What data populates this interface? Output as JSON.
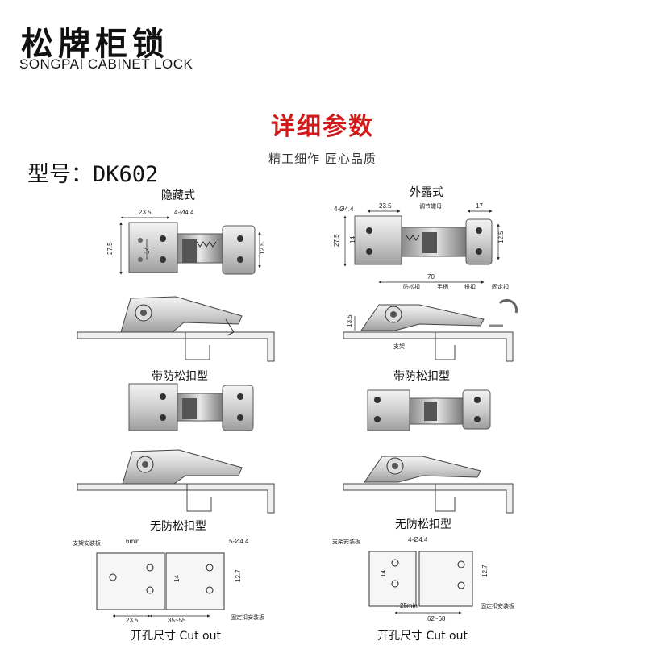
{
  "brand": {
    "name_cn": "松牌柜锁",
    "name_en": "SONGPAI CABINET LOCK"
  },
  "header": {
    "title": "详细参数",
    "subtitle": "精工细作 匠心品质",
    "model": "型号：DK602"
  },
  "panels": {
    "hidden_type": "隐藏式",
    "exposed_type": "外露式",
    "with_lock_left": "带防松扣型",
    "with_lock_right": "带防松扣型",
    "without_lock_left": "无防松扣型",
    "without_lock_right": "无防松扣型",
    "cutout_left": "开孔尺寸 Cut out",
    "cutout_right": "开孔尺寸 Cut out"
  },
  "dimensions": {
    "hidden": {
      "width_23_5": "23.5",
      "holes": "4-Ø4.4",
      "height_27_5": "27.5",
      "inner_14": "14",
      "plate_12_5": "12.5"
    },
    "exposed": {
      "holes": "4-Ø4.4",
      "width_23_5": "23.5",
      "nut_label": "调节螺母",
      "width_17": "17",
      "height_27_5": "27.5",
      "inner_14": "14",
      "plate_12_5": "12.5",
      "length_70": "70",
      "anti_loose": "防松扣",
      "handle": "手柄",
      "hook": "搭扣",
      "fixed_catch": "固定扣",
      "height_13_5": "13.5",
      "bracket": "支架"
    },
    "cutout_left": {
      "bracket_plate": "支架安装板",
      "gap": "6min",
      "holes": "5-Ø4.4",
      "inner_14": "14",
      "h_12_7": "12.7",
      "w_23_5": "23.5",
      "range": "35~55",
      "fixed_plate": "固定扣安装板"
    },
    "cutout_right": {
      "bracket_plate": "支架安装板",
      "holes": "4-Ø4.4",
      "inner_14": "14",
      "h_12_7": "12.7",
      "gap": "25min",
      "range": "62~68",
      "fixed_plate": "固定扣安装板"
    }
  }
}
